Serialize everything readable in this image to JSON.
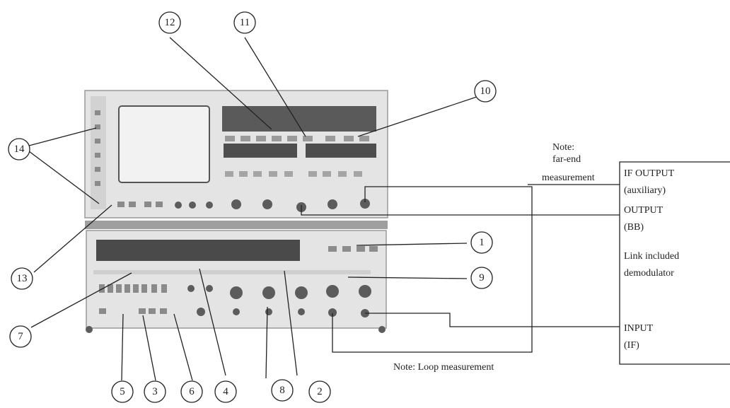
{
  "callouts": [
    "1",
    "2",
    "3",
    "4",
    "5",
    "6",
    "7",
    "8",
    "9",
    "10",
    "11",
    "12",
    "13",
    "14"
  ],
  "notes": {
    "far_end_line1": "Note:",
    "far_end_line2": "far-end",
    "far_end_line3": "measurement",
    "loop": "Note:  Loop measurement"
  },
  "demodulator": {
    "if_output_line1": "IF OUTPUT",
    "if_output_line2": "(auxiliary)",
    "output_line1": "OUTPUT",
    "output_line2": "(BB)",
    "link_line1": "Link included",
    "link_line2": "demodulator",
    "input_line1": "INPUT",
    "input_line2": "(IF)"
  },
  "colors": {
    "panel": "#e4e4e4",
    "panel_dark": "#c9c9c9",
    "display": "#4a4a4a",
    "line": "#222222"
  }
}
